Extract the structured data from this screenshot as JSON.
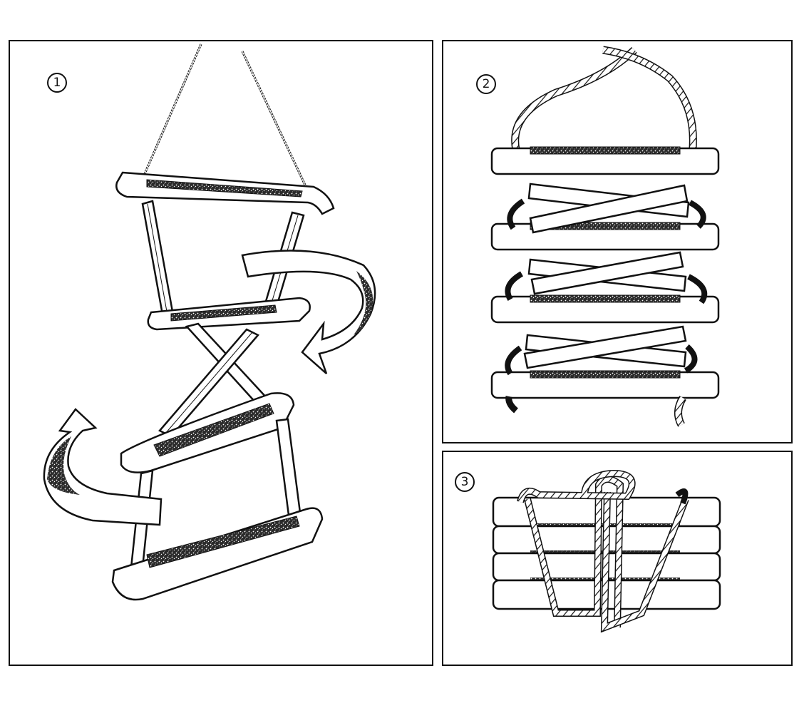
{
  "figure": {
    "steps": [
      {
        "number": "1"
      },
      {
        "number": "2"
      },
      {
        "number": "3"
      }
    ]
  }
}
